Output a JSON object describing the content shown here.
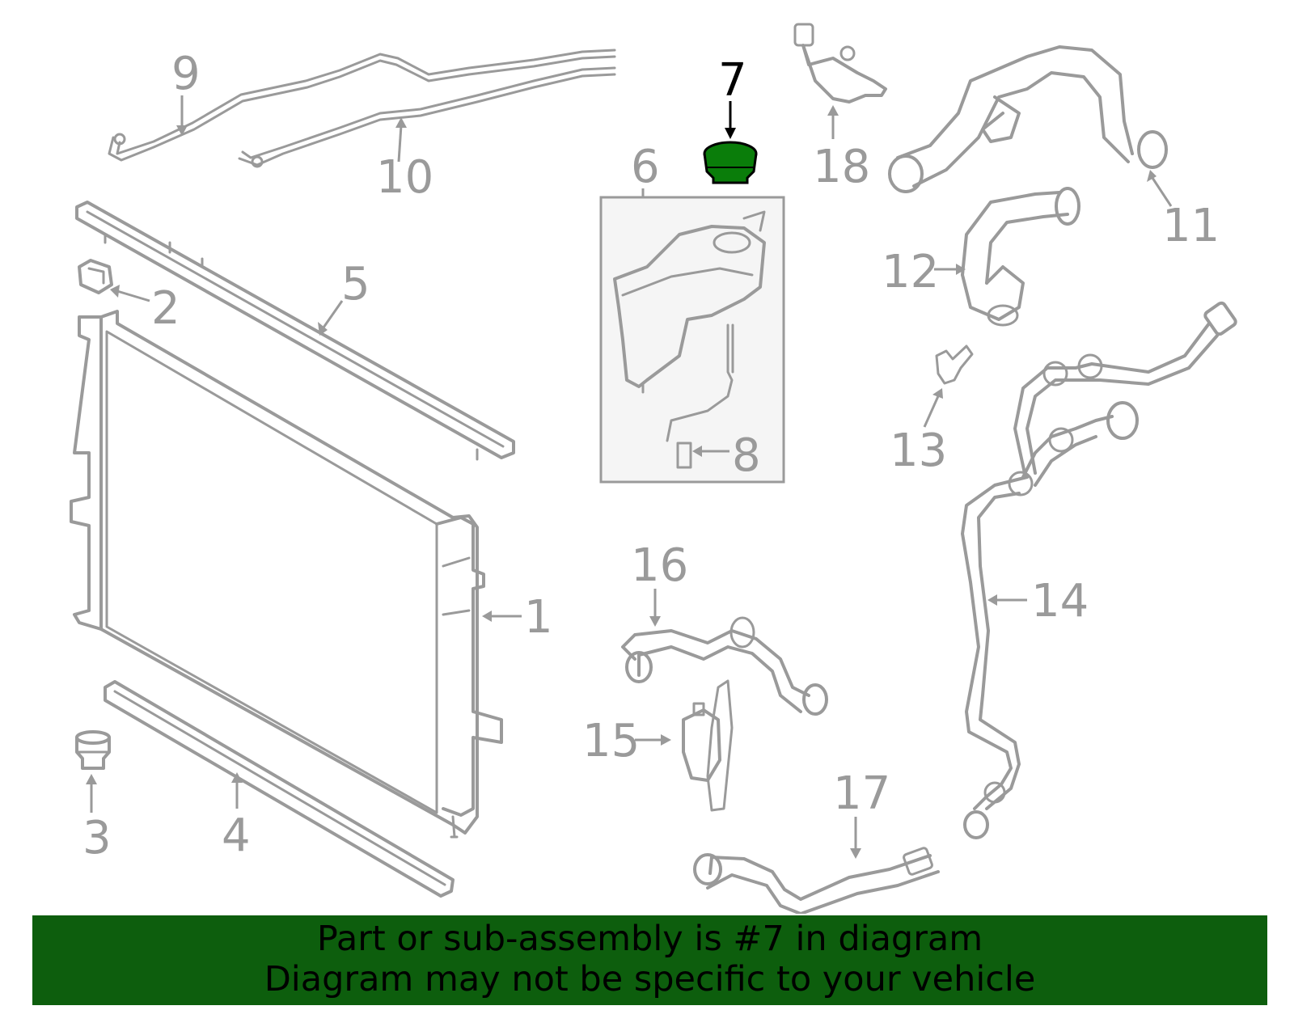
{
  "callouts": [
    {
      "id": "1",
      "text": "1"
    },
    {
      "id": "2",
      "text": "2"
    },
    {
      "id": "3",
      "text": "3"
    },
    {
      "id": "4",
      "text": "4"
    },
    {
      "id": "5",
      "text": "5"
    },
    {
      "id": "6",
      "text": "6"
    },
    {
      "id": "7",
      "text": "7",
      "highlighted": true
    },
    {
      "id": "8",
      "text": "8"
    },
    {
      "id": "9",
      "text": "9"
    },
    {
      "id": "10",
      "text": "10"
    },
    {
      "id": "11",
      "text": "11"
    },
    {
      "id": "12",
      "text": "12"
    },
    {
      "id": "13",
      "text": "13"
    },
    {
      "id": "14",
      "text": "14"
    },
    {
      "id": "15",
      "text": "15"
    },
    {
      "id": "16",
      "text": "16"
    },
    {
      "id": "17",
      "text": "17"
    },
    {
      "id": "18",
      "text": "18"
    }
  ],
  "banner": {
    "line1": "Part or sub-assembly is #7 in diagram",
    "line2": "Diagram may not be specific to your vehicle"
  },
  "colors": {
    "part_outline": "#9a9a9a",
    "highlight_part": "#0a7d0a",
    "banner_bg": "#0d5e0d",
    "inset_bg": "#f5f5f5"
  }
}
